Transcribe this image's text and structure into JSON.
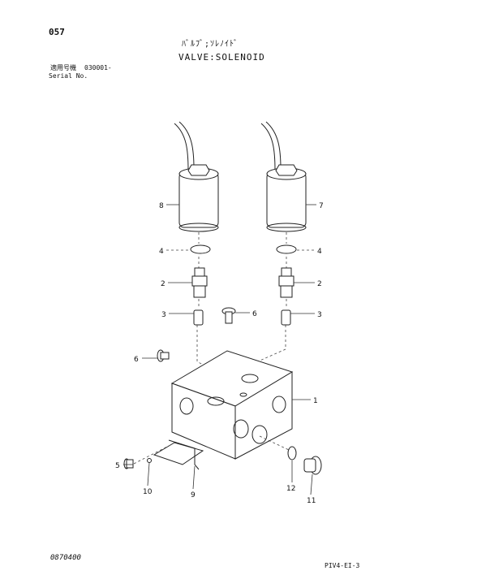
{
  "header": {
    "page_number": "057",
    "title_jp": "ﾊﾞﾙﾌﾞ;ｿﾚﾉｲﾄﾞ",
    "title_en": "VALVE:SOLENOID",
    "serial_label": "適用号機",
    "serial_value": "030001-",
    "serial_label_en": "Serial No."
  },
  "callouts": {
    "c1": "1",
    "c2a": "2",
    "c2b": "2",
    "c3a": "3",
    "c3b": "3",
    "c4a": "4",
    "c4b": "4",
    "c5": "5",
    "c6a": "6",
    "c6b": "6",
    "c7": "7",
    "c8": "8",
    "c9": "9",
    "c10": "10",
    "c11": "11",
    "c12": "12"
  },
  "footer": {
    "doc_code": "0870400",
    "sheet_ref": "PIV4-EI-3"
  }
}
